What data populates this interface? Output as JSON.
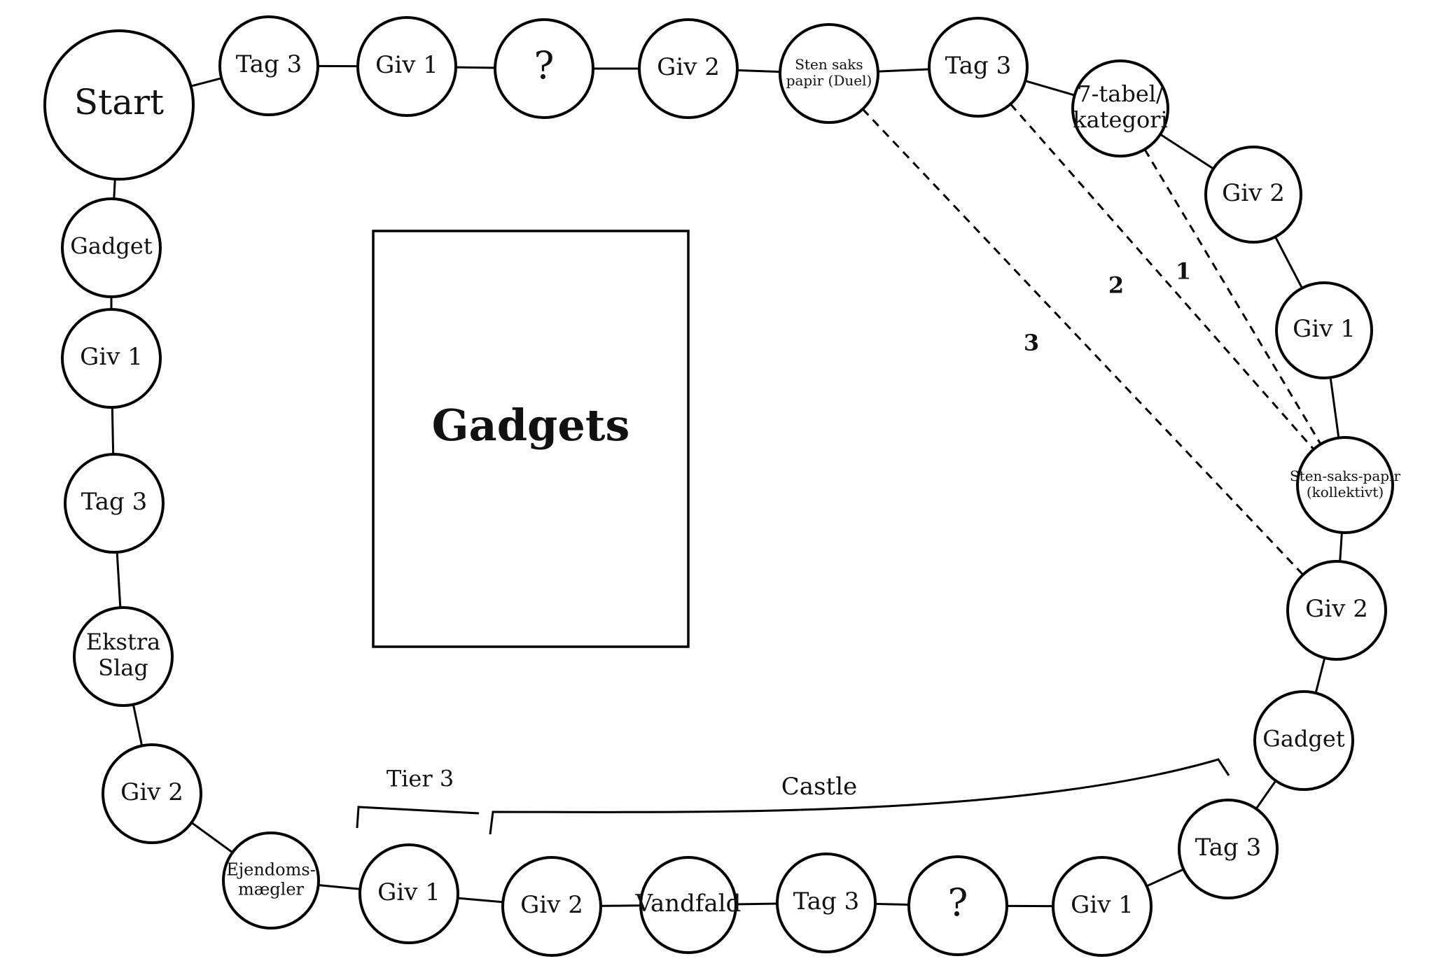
{
  "board": {
    "spaces": [
      {
        "id": "start",
        "lines": [
          "Start"
        ]
      },
      {
        "id": "s01",
        "lines": [
          "Tag 3"
        ]
      },
      {
        "id": "s02",
        "lines": [
          "Giv 1"
        ]
      },
      {
        "id": "s03",
        "lines": [
          "?"
        ]
      },
      {
        "id": "s04",
        "lines": [
          "Giv 2"
        ]
      },
      {
        "id": "s05",
        "lines": [
          "Sten saks",
          "papir (Duel)"
        ]
      },
      {
        "id": "s06",
        "lines": [
          "Tag 3"
        ]
      },
      {
        "id": "s07",
        "lines": [
          "7-tabel/",
          "kategori"
        ]
      },
      {
        "id": "s08",
        "lines": [
          "Giv 2"
        ]
      },
      {
        "id": "s09",
        "lines": [
          "Giv 1"
        ]
      },
      {
        "id": "s10",
        "lines": [
          "Sten-saks-papir",
          "(kollektivt)"
        ]
      },
      {
        "id": "s11",
        "lines": [
          "Giv 2"
        ]
      },
      {
        "id": "s12",
        "lines": [
          "Gadget"
        ]
      },
      {
        "id": "s13",
        "lines": [
          "Tag 3"
        ]
      },
      {
        "id": "s14",
        "lines": [
          "Giv 1"
        ]
      },
      {
        "id": "s15",
        "lines": [
          "?"
        ]
      },
      {
        "id": "s16",
        "lines": [
          "Tag 3"
        ]
      },
      {
        "id": "s17",
        "lines": [
          "Vandfald"
        ]
      },
      {
        "id": "s18",
        "lines": [
          "Giv 2"
        ]
      },
      {
        "id": "s19",
        "lines": [
          "Giv 1"
        ]
      },
      {
        "id": "s20",
        "lines": [
          "Ejendoms-",
          "mægler"
        ]
      },
      {
        "id": "s21",
        "lines": [
          "Giv 2"
        ]
      },
      {
        "id": "s22",
        "lines": [
          "Ekstra",
          "Slag"
        ]
      },
      {
        "id": "s23",
        "lines": [
          "Tag 3"
        ]
      },
      {
        "id": "s24",
        "lines": [
          "Giv 1"
        ]
      },
      {
        "id": "s25",
        "lines": [
          "Gadget"
        ]
      }
    ],
    "shortcuts": [
      {
        "label": "1",
        "from": "s07",
        "to": "s10"
      },
      {
        "label": "2",
        "from": "s06",
        "to": "s10"
      },
      {
        "label": "3",
        "from": "s05",
        "to": "s11"
      }
    ],
    "deck_label": "Gadgets",
    "zones": {
      "tier": "Tier 3",
      "castle": "Castle"
    }
  }
}
